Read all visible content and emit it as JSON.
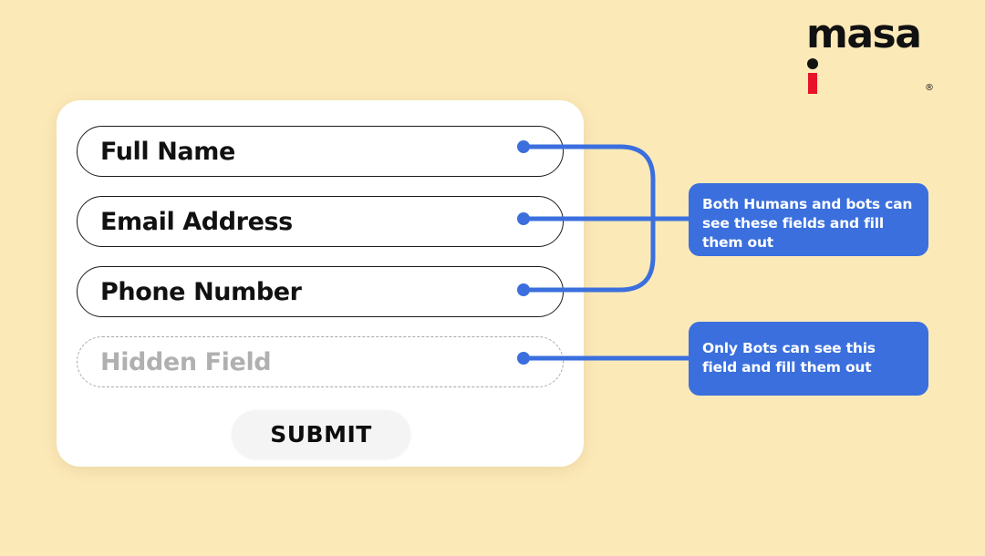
{
  "page": {
    "background_color": "#fce9b8",
    "accent_blue": "#3a6fdd",
    "logo_red": "#e8132b"
  },
  "brand": {
    "name_before_i": "masa",
    "name_i": "i",
    "registered_mark": "®"
  },
  "form": {
    "fields": [
      {
        "label": "Full Name",
        "type": "visible"
      },
      {
        "label": "Email Address",
        "type": "visible"
      },
      {
        "label": "Phone Number",
        "type": "visible"
      },
      {
        "label": "Hidden Field",
        "type": "hidden"
      }
    ],
    "submit_label": "SUBMIT"
  },
  "callouts": [
    {
      "text": "Both Humans and bots can see these fields and fill them out"
    },
    {
      "text": "Only Bots can see this field and fill them out"
    }
  ]
}
